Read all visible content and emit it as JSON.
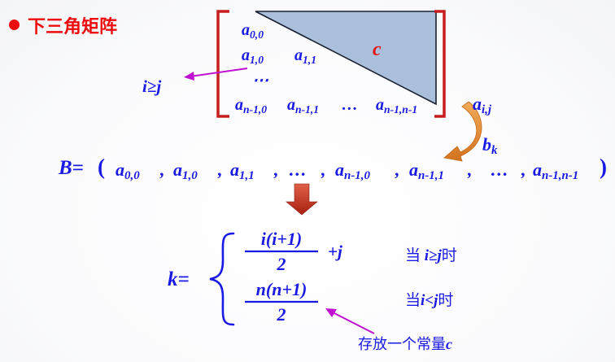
{
  "title": "下三角矩阵",
  "matrix": {
    "entries": [
      [
        "a",
        "0,0"
      ],
      [
        "a",
        "1,0"
      ],
      [
        "a",
        "1,1"
      ],
      [
        "⋯",
        ""
      ],
      [
        "a",
        "n-1,0"
      ],
      [
        "a",
        "n-1,1"
      ],
      [
        "…",
        ""
      ],
      [
        "a",
        "n-1,n-1"
      ]
    ],
    "upper_label": "c",
    "region_label": "i≥j"
  },
  "mapping": {
    "from": [
      "a",
      "i,j"
    ],
    "to": [
      "b",
      "k"
    ]
  },
  "sequence": {
    "prefix": "B=",
    "open": "(",
    "items": [
      [
        "a",
        "0,0"
      ],
      [
        "a",
        "1,0"
      ],
      [
        "a",
        "1,1"
      ],
      [
        "…",
        ""
      ],
      [
        "a",
        "n-1,0"
      ],
      [
        "a",
        "n-1,1"
      ],
      [
        "…",
        ""
      ],
      [
        "a",
        "n-1,n-1"
      ]
    ],
    "sep": ",",
    "close": ")"
  },
  "formula": {
    "lhs": "k=",
    "case1": {
      "numerator": "i(i+1)",
      "denominator": "2",
      "extra": "+j",
      "cond_word": "当",
      "cond_var": "i≥j",
      "cond_tail": "时"
    },
    "case2": {
      "numerator": "n(n+1)",
      "denominator": "2",
      "cond_word": "当",
      "cond_var": "i<j",
      "cond_tail": "时"
    }
  },
  "note": {
    "text": "存放一个常量",
    "var": "c"
  },
  "colors": {
    "title": "#ee0d0d",
    "math": "#1a1ae6",
    "bracket": "#c81e1e",
    "triangle_fill": "#a9bfdc",
    "triangle_stroke": "#1a2030",
    "down_arrow": "#c43020",
    "curve_arrow": "#e38a2c",
    "pointer": "#c010d0"
  }
}
